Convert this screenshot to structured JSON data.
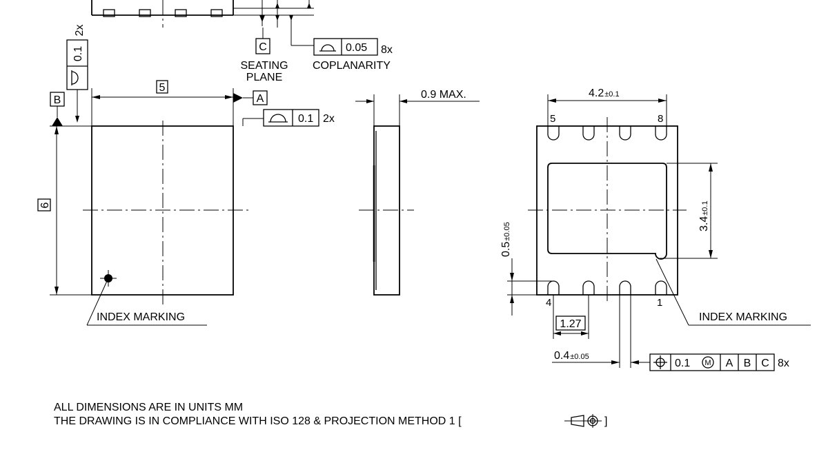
{
  "side_top": {
    "datum_c": "C",
    "seating_plane_line1": "SEATING",
    "seating_plane_line2": "PLANE",
    "coplanarity_value": "0.05",
    "coplanarity_count": "8x",
    "coplanarity_label": "COPLANARITY"
  },
  "top_view": {
    "flatness_value": "0.1",
    "flatness_count": "2x",
    "datum_b": "B",
    "datum_a": "A",
    "width_dim": "5",
    "height_dim": "6",
    "flat_a_value": "0.1",
    "flat_a_count": "2x",
    "index_marking": "INDEX MARKING"
  },
  "side_view": {
    "thickness_label": "0.9 MAX."
  },
  "bottom_view": {
    "width_dim_main": "4.2",
    "width_dim_tol": "±0.1",
    "height_dim_main": "3.4",
    "height_dim_tol": "±0.1",
    "pad_length_main": "0.5",
    "pad_length_tol": "±0.05",
    "pitch": "1.27",
    "pad_width_main": "0.4",
    "pad_width_tol": "±0.05",
    "pin_5": "5",
    "pin_8": "8",
    "pin_4": "4",
    "pin_1": "1",
    "index_marking": "INDEX MARKING",
    "position_tol_value": "0.1",
    "position_tol_modifier": "M",
    "datum_a": "A",
    "datum_b": "B",
    "datum_c": "C",
    "position_count": "8x"
  },
  "notes": {
    "line1": "ALL DIMENSIONS ARE IN UNITS MM",
    "line2_prefix": "THE DRAWING IS IN COMPLIANCE WITH ISO 128 & PROJECTION METHOD 1 [",
    "line2_suffix": "]"
  }
}
